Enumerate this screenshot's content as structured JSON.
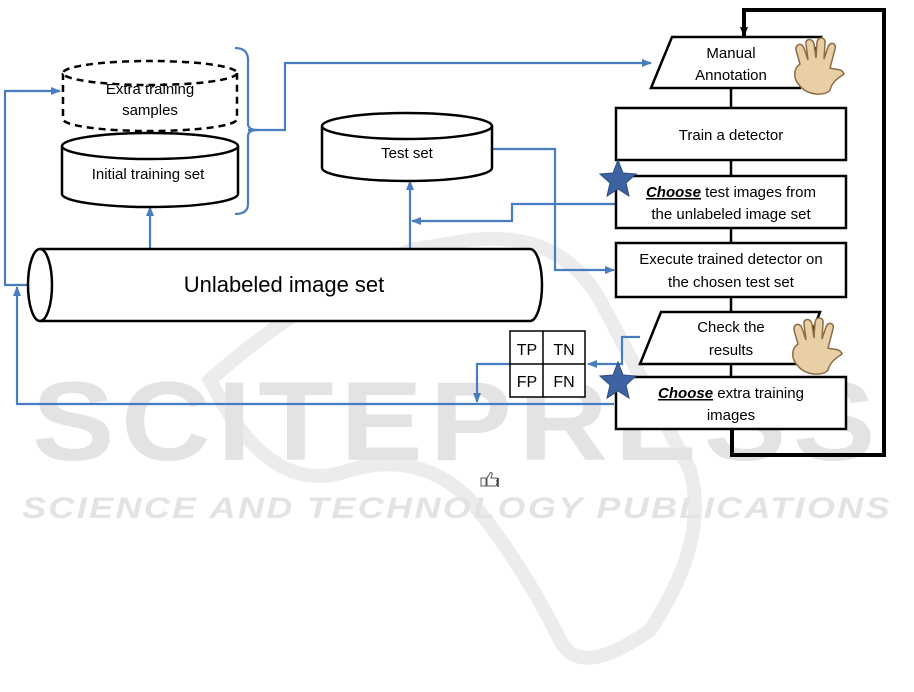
{
  "watermark": {
    "brand": "SCITEPRESS",
    "tagline": "SCIENCE AND TECHNOLOGY PUBLICATIONS"
  },
  "colors": {
    "arrow": "#4a7dbf",
    "box_stroke": "#000000",
    "star": "#3e63a3",
    "watermark": "#e3e3e3",
    "hand": "#e9cfa6"
  },
  "datastores": {
    "extra_training": {
      "line1": "Extra training",
      "line2": "samples"
    },
    "initial_training": {
      "label": "Initial training set"
    },
    "test_set": {
      "label": "Test set"
    },
    "unlabeled": {
      "label": "Unlabeled image set"
    }
  },
  "process": {
    "manual_annotation": {
      "line1": "Manual",
      "line2": "Annotation"
    },
    "train_detector": {
      "label": "Train a detector"
    },
    "choose_test": {
      "emph": "Choose",
      "rest": " test images from",
      "line2": "the unlabeled image set"
    },
    "execute": {
      "line1": "Execute trained detector on",
      "line2": "the chosen test set"
    },
    "check_results": {
      "line1": "Check the",
      "line2": "results"
    },
    "choose_extra": {
      "emph": "Choose",
      "rest": " extra training",
      "line2": "images"
    }
  },
  "confusion_matrix": {
    "tp": "TP",
    "tn": "TN",
    "fp": "FP",
    "fn": "FN"
  },
  "icons": [
    "hand-icon",
    "star-icon",
    "thumbs-up-icon"
  ]
}
